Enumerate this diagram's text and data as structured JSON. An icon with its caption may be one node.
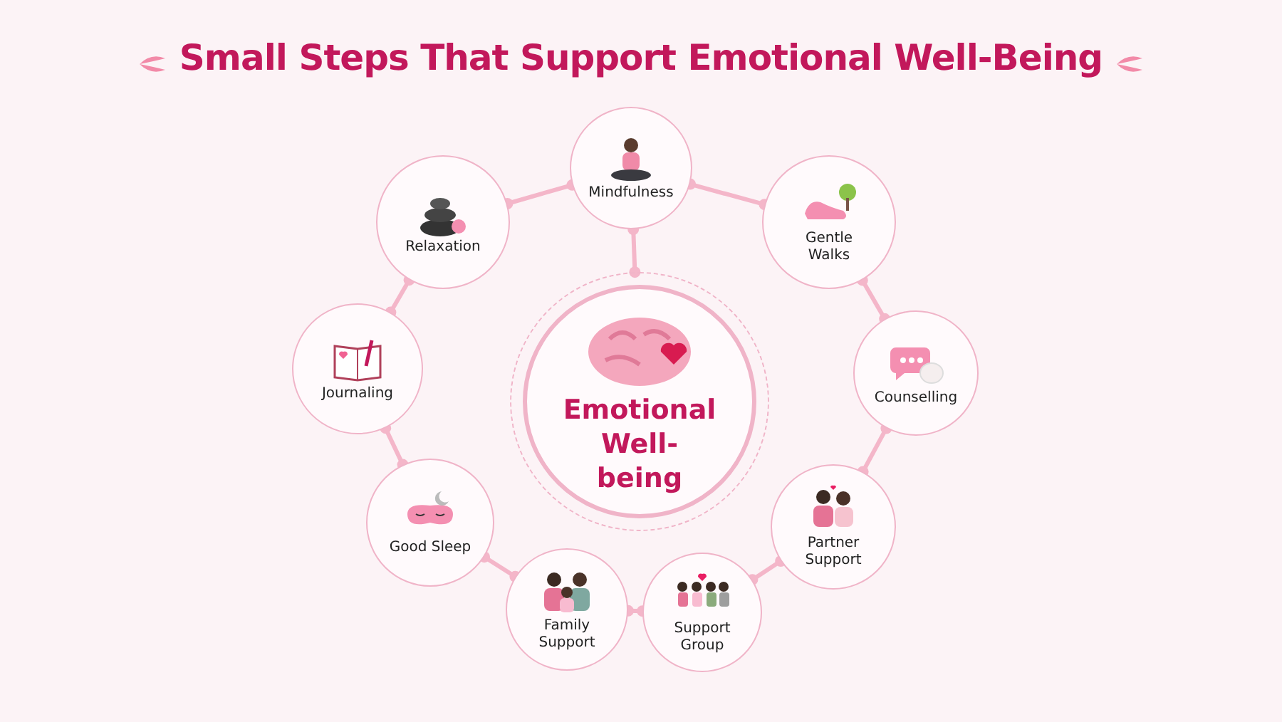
{
  "diagram": {
    "title": "Small Steps That Support Emotional Well-Being",
    "nodes": [
      {
        "text": [
          "Mindfulness"
        ]
      },
      {
        "text": [
          "Relaxation"
        ]
      },
      {
        "text": [
          "Gentle Walks"
        ]
      },
      {
        "text": [
          "Emotional Well-being"
        ]
      },
      {
        "text": [
          "Counselling"
        ]
      },
      {
        "text": [
          "Journaling"
        ]
      },
      {
        "text": [
          "Partner Support"
        ]
      },
      {
        "text": [
          "Good Sleep"
        ]
      },
      {
        "text": [
          "Family Support"
        ]
      },
      {
        "text": [
          "Support Group"
        ]
      }
    ],
    "edges": [
      {
        "from": 0,
        "to": 2,
        "arrow": "other"
      },
      {
        "from": 2,
        "to": 4,
        "arrow": "other"
      },
      {
        "from": 4,
        "to": 6,
        "arrow": "other"
      },
      {
        "from": 6,
        "to": 9,
        "arrow": "other"
      },
      {
        "from": 9,
        "to": 8,
        "arrow": "other"
      },
      {
        "from": 8,
        "to": 7,
        "arrow": "other"
      },
      {
        "from": 7,
        "to": 5,
        "arrow": "other"
      },
      {
        "from": 5,
        "to": 1,
        "arrow": "other"
      },
      {
        "from": 1,
        "to": 0,
        "arrow": "other"
      },
      {
        "from": 0,
        "to": 3,
        "arrow": "other"
      }
    ]
  }
}
